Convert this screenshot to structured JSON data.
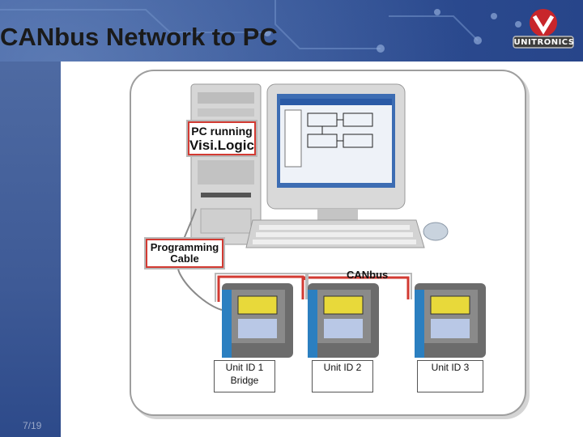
{
  "slide": {
    "title": "CANbus Network to PC",
    "slide_number": "7/19",
    "logo_text": "UNITRONICS"
  },
  "diagram": {
    "pc_callout": {
      "line1": "PC running",
      "line2": "Visi.Logic"
    },
    "cable_callout": {
      "line1": "Programming",
      "line2": "Cable"
    },
    "bus_label": "CANbus",
    "units": [
      {
        "line1": "Unit ID 1",
        "line2": "Bridge"
      },
      {
        "line1": "Unit ID  2",
        "line2": ""
      },
      {
        "line1": "Unit ID 3",
        "line2": ""
      }
    ]
  },
  "colors": {
    "accent_red": "#d23a32",
    "background_blue": "#2f4f93",
    "plc_blue": "#2b7fc0",
    "plc_screen": "#e8d93a"
  },
  "icons": [
    "unitronics-logo-icon",
    "pc-tower-icon",
    "monitor-icon",
    "keyboard-icon",
    "mouse-icon",
    "plc-controller-icon"
  ]
}
